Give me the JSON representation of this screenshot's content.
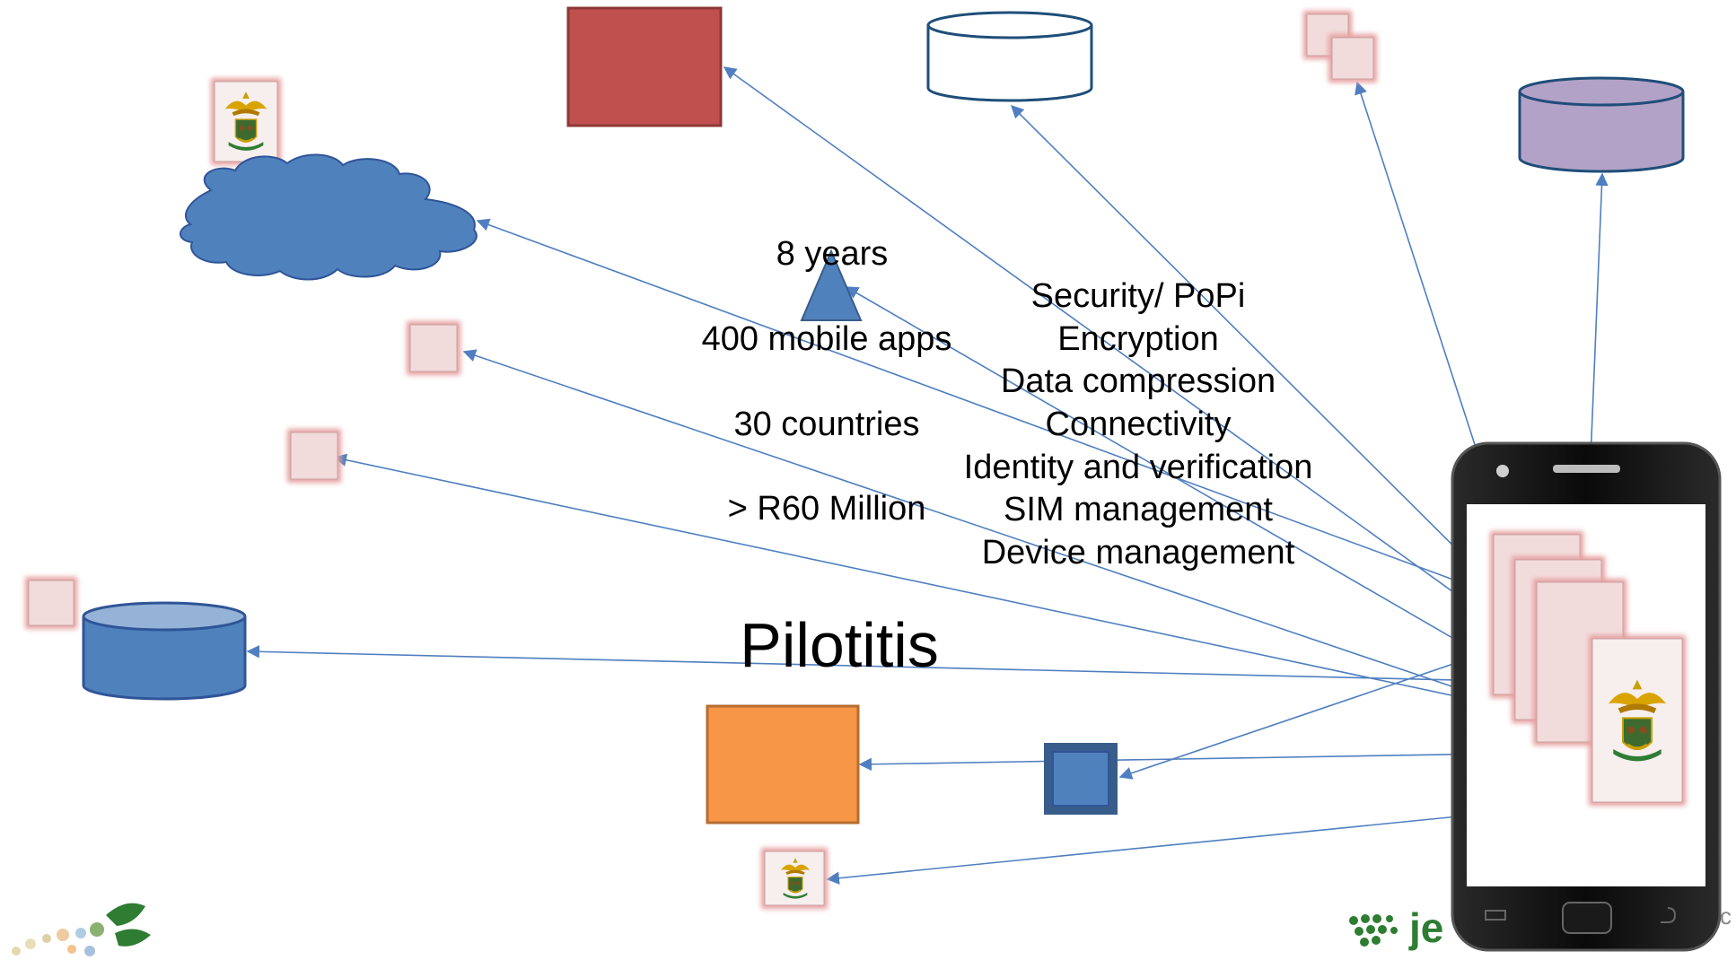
{
  "stats": [
    "8 years",
    "400 mobile apps",
    "30 countries",
    "> R60 Million"
  ],
  "concerns": [
    "Security/ PoPi",
    "Encryption",
    "Data compression",
    "Connectivity",
    "Identity and verification",
    "SIM management",
    "Device management"
  ],
  "headline": "Pilotitis",
  "logo_fragment": "je",
  "logo_fragment_right": "c",
  "colors": {
    "arrow": "#4f7fc0",
    "blue_fill": "#4f81bd",
    "blue_stroke": "#385d8a",
    "red_fill": "#c0504d",
    "red_stroke": "#8c3836",
    "orange_fill": "#f79646",
    "orange_stroke": "#b66d31",
    "purple_fill": "#b3a2c7",
    "pink_tile": "#f2dcdb",
    "pink_glow": "#e6a0a0",
    "phone_body": "#111111",
    "logo_green": "#2e7d32"
  },
  "icons": [
    "cloud-icon",
    "database-icon",
    "coat-of-arms-icon",
    "smartphone-icon",
    "triangle-icon",
    "logo-icon"
  ]
}
